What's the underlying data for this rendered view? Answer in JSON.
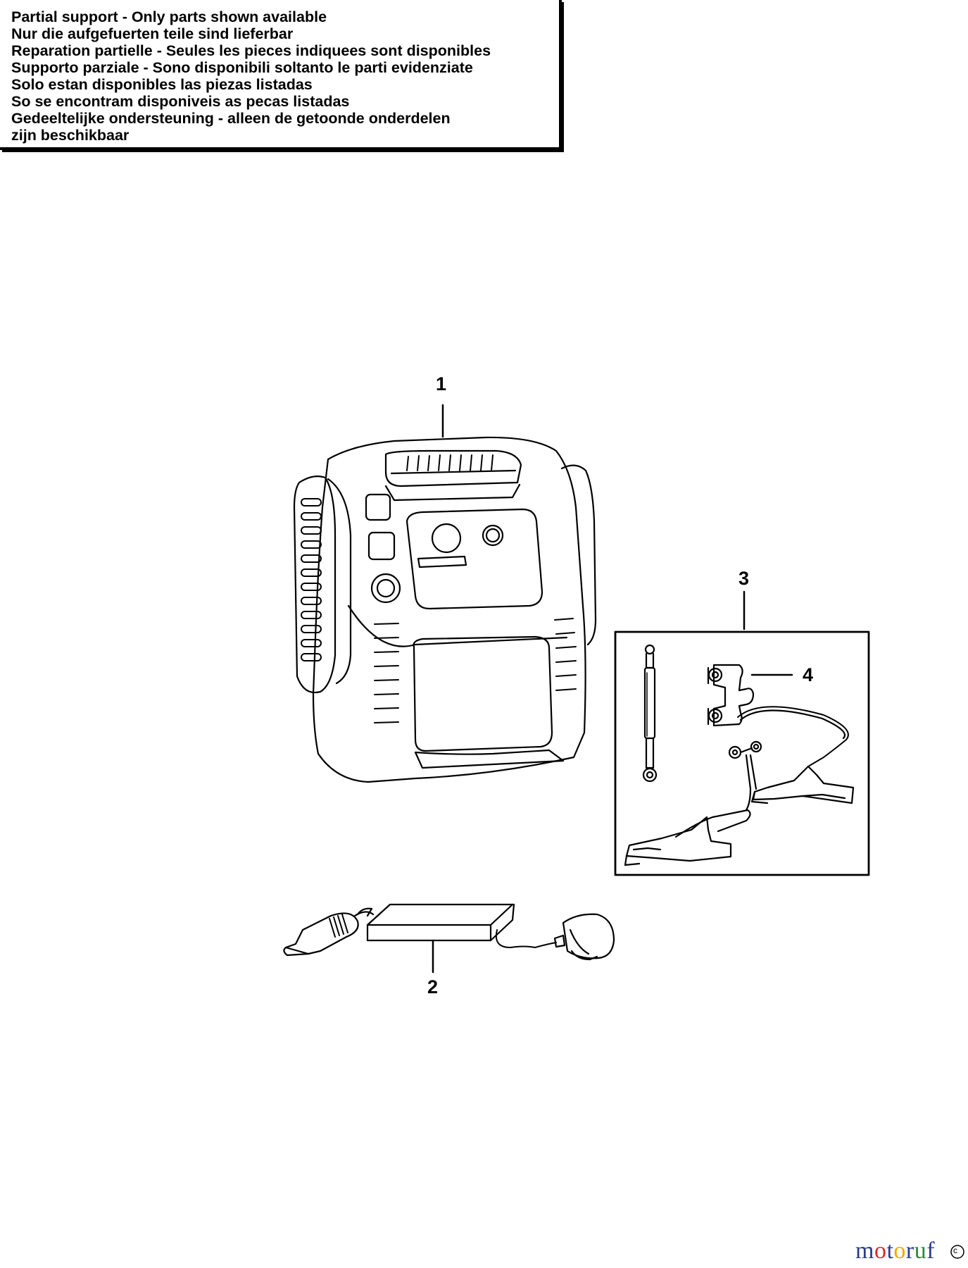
{
  "notice": {
    "lines": [
      "Partial support - Only parts shown available",
      "Nur die aufgefuerten teile sind lieferbar",
      "Reparation partielle - Seules les pieces indiquees sont disponibles",
      "Supporto parziale - Sono disponibili soltanto le parti evidenziate",
      "Solo estan disponibles las piezas listadas",
      "So se encontram disponiveis as pecas listadas",
      "Gedeeltelijke ondersteuning - alleen de getoonde onderdelen",
      "zijn beschikbaar"
    ]
  },
  "callouts": {
    "part1": "1",
    "part2": "2",
    "part3": "3",
    "part4": "4"
  },
  "watermark": {
    "text": "motoruf",
    "letters": [
      "m",
      "o",
      "t",
      "o",
      "r",
      "u",
      "f"
    ],
    "colors": [
      "#2b3a8f",
      "#d9262b",
      "#2b3a8f",
      "#f2a600",
      "#2b3a8f",
      "#2a8a3a",
      "#2b3a8f"
    ],
    "badge": "c"
  },
  "colors": {
    "ink": "#000000",
    "paper": "#ffffff"
  }
}
